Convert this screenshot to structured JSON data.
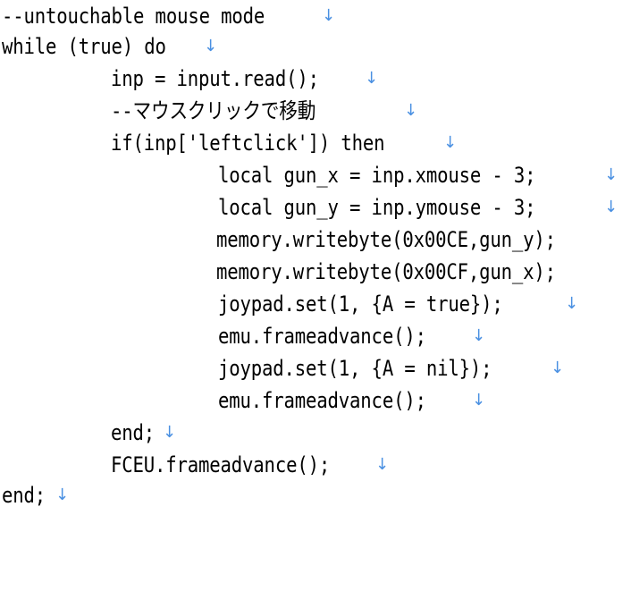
{
  "editor": {
    "eol_marker_color": "#4a90e2",
    "lines": [
      {
        "text": "--untouchable mouse mode",
        "eol": "↓"
      },
      {
        "text": "while (true) do",
        "eol": "↓"
      },
      {
        "text": "inp = input.read();",
        "eol": "↓"
      },
      {
        "text": "--マウスクリックで移動",
        "eol": "↓"
      },
      {
        "text": "if(inp['leftclick']) then",
        "eol": "↓"
      },
      {
        "text": "local gun_x = inp.xmouse - 3;",
        "eol": "↓"
      },
      {
        "text": "local gun_y = inp.ymouse - 3;",
        "eol": "↓"
      },
      {
        "text": "memory.writebyte(0x00CE,gun_y);",
        "eol": ""
      },
      {
        "text": "memory.writebyte(0x00CF,gun_x);",
        "eol": ""
      },
      {
        "text": "joypad.set(1, {A = true});",
        "eol": "↓"
      },
      {
        "text": "emu.frameadvance();",
        "eol": "↓"
      },
      {
        "text": "joypad.set(1, {A = nil});",
        "eol": "↓"
      },
      {
        "text": "emu.frameadvance();",
        "eol": "↓"
      },
      {
        "text": "end;",
        "eol": "↓"
      },
      {
        "text": "FCEU.frameadvance();",
        "eol": "↓"
      },
      {
        "text": "end;",
        "eol": "↓"
      }
    ]
  }
}
